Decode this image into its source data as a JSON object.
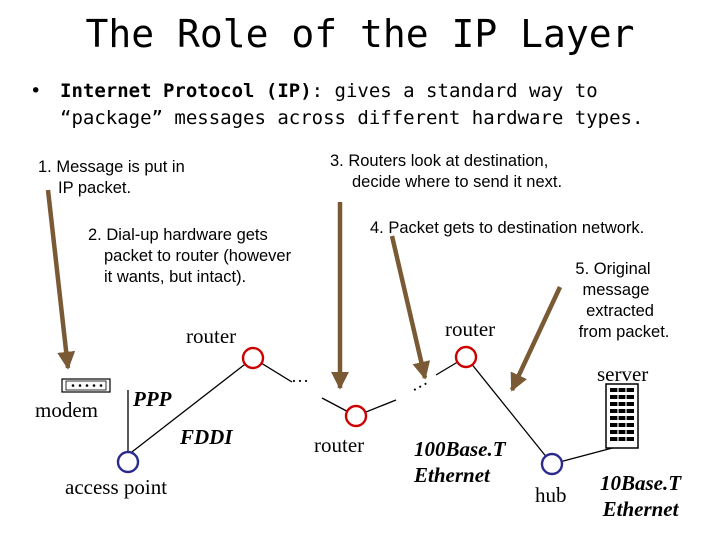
{
  "title": "The Role of the IP Layer",
  "bullet": {
    "marker": "•",
    "term": "Internet Protocol (IP)",
    "line1_rest": ": gives a standard way to",
    "line2": "“package” messages across different hardware types."
  },
  "steps": {
    "s1": [
      "1. Message is put in",
      "IP packet."
    ],
    "s2": [
      "2. Dial-up hardware gets",
      "packet to router (however",
      "it wants, but intact)."
    ],
    "s3": [
      "3. Routers look at destination,",
      "decide where to send it next."
    ],
    "s4": [
      "4. Packet gets to destination network."
    ],
    "s5": [
      "5. Original",
      "message",
      "extracted",
      "from packet."
    ]
  },
  "nodes": {
    "router_left": "router",
    "router_middle": "router",
    "router_right": "router",
    "modem": "modem",
    "access_point": "access point",
    "server": "server",
    "hub": "hub"
  },
  "links": {
    "ppp": "PPP",
    "fddi": "FDDI",
    "ethernet_100": [
      "100Base.T",
      "Ethernet"
    ],
    "ethernet_10": [
      "10Base.T",
      "Ethernet"
    ]
  },
  "ellipsis": "…",
  "colors": {
    "router_stroke": "#cc0000",
    "access_node_stroke": "#2a2a8c",
    "arrow": "#7a5a35",
    "line": "#000000"
  }
}
